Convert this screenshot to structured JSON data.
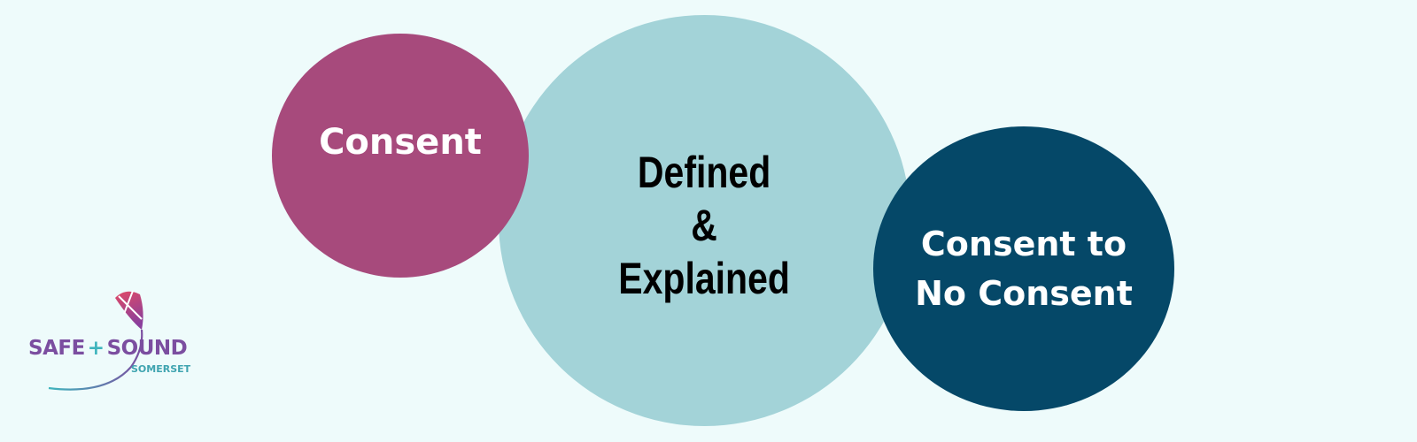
{
  "diagram": {
    "circles": [
      {
        "id": "consent",
        "label": "Consent",
        "color": "#a74a7c",
        "text_color": "#ffffff"
      },
      {
        "id": "defined",
        "lines": [
          "Defined",
          "&",
          "Explained"
        ],
        "color": "#a3d3d8",
        "text_color": "#000000"
      },
      {
        "id": "consent-to-no-consent",
        "lines": [
          "Consent to",
          "No Consent"
        ],
        "color": "#054868",
        "text_color": "#ffffff"
      }
    ]
  },
  "logo": {
    "word1": "SAFE",
    "plus": "+",
    "word2": "SOUND",
    "subtitle": "SOMERSET",
    "icon": "kite-icon",
    "colors": {
      "primary": "#7b4ea0",
      "accent": "#3fb5bd",
      "kite": "#d94a6a"
    }
  },
  "background": "#eefbfb"
}
